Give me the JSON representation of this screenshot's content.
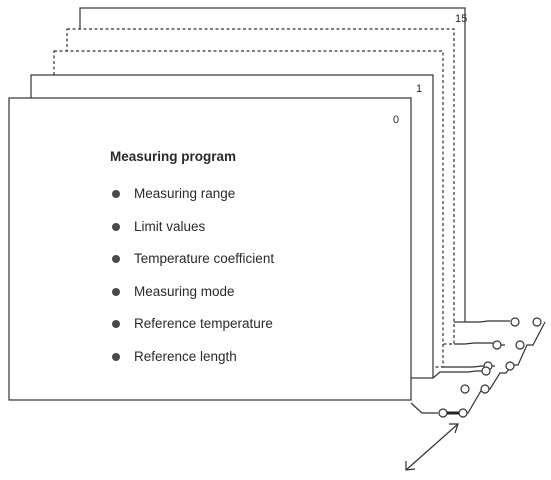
{
  "diagram": {
    "program_numbers": {
      "first": "0",
      "second": "1",
      "last": "15"
    },
    "front_card": {
      "title": "Measuring program",
      "items": [
        "Measuring range",
        "Limit values",
        "Temperature coefficient",
        "Measuring mode",
        "Reference temperature",
        "Reference length"
      ]
    }
  }
}
